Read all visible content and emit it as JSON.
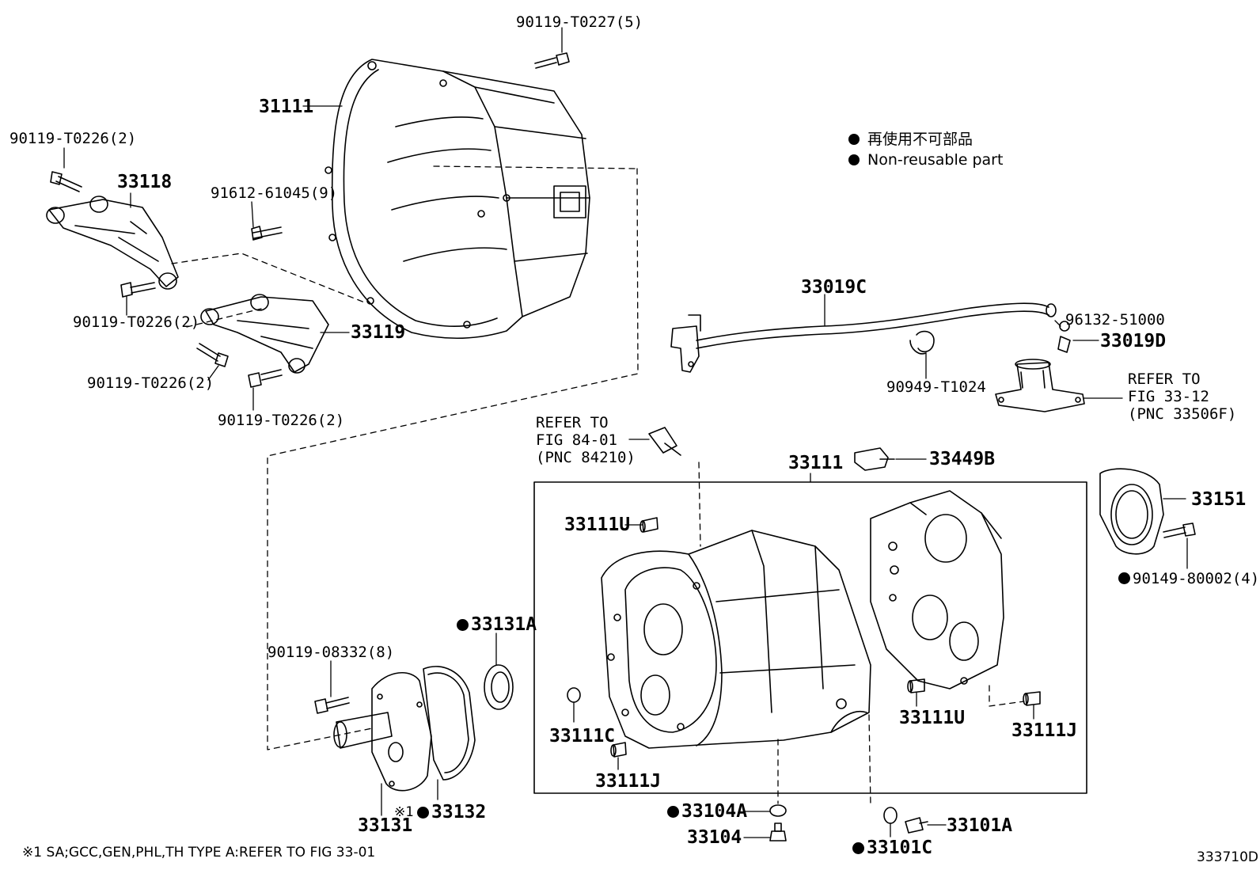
{
  "diagram": {
    "drawing_id": "333710D",
    "footnote": "※1 SA;GCC,GEN,PHL,TH TYPE A:REFER TO FIG 33-01",
    "legend": {
      "items": [
        {
          "text": "再使用不可部品"
        },
        {
          "text": "Non-reusable part"
        }
      ]
    },
    "labels": {
      "p_90119_T0227": "90119-T0227(5)",
      "p_31111": "31111",
      "p_90119_T0226_a": "90119-T0226(2)",
      "p_33118": "33118",
      "p_91612_61045": "91612-61045(9)",
      "p_90119_T0226_b": "90119-T0226(2)",
      "p_33119": "33119",
      "p_90119_T0226_c": "90119-T0226(2)",
      "p_90119_T0226_d": "90119-T0226(2)",
      "p_33019C": "33019C",
      "p_96132_51000": "96132-51000",
      "p_33019D": "33019D",
      "p_90949_T1024": "90949-T1024",
      "refer_33_12": "REFER TO\nFIG 33-12\n(PNC 33506F)",
      "refer_84_01": "REFER TO\nFIG 84-01\n(PNC 84210)",
      "p_33111": "33111",
      "p_33449B": "33449B",
      "p_33151": "33151",
      "p_90149_80002": "90149-80002(4)",
      "p_33111U_a": "33111U",
      "p_33131A": "33131A",
      "p_90119_08332": "90119-08332(8)",
      "p_33111C": "33111C",
      "p_33111J_a": "33111J",
      "p_33111U_b": "33111U",
      "p_33111J_b": "33111J",
      "p_33131": "33131",
      "p_33132_mark": "※1",
      "p_33132": "33132",
      "p_33104A": "33104A",
      "p_33104": "33104",
      "p_33101A": "33101A",
      "p_33101C": "33101C"
    }
  }
}
